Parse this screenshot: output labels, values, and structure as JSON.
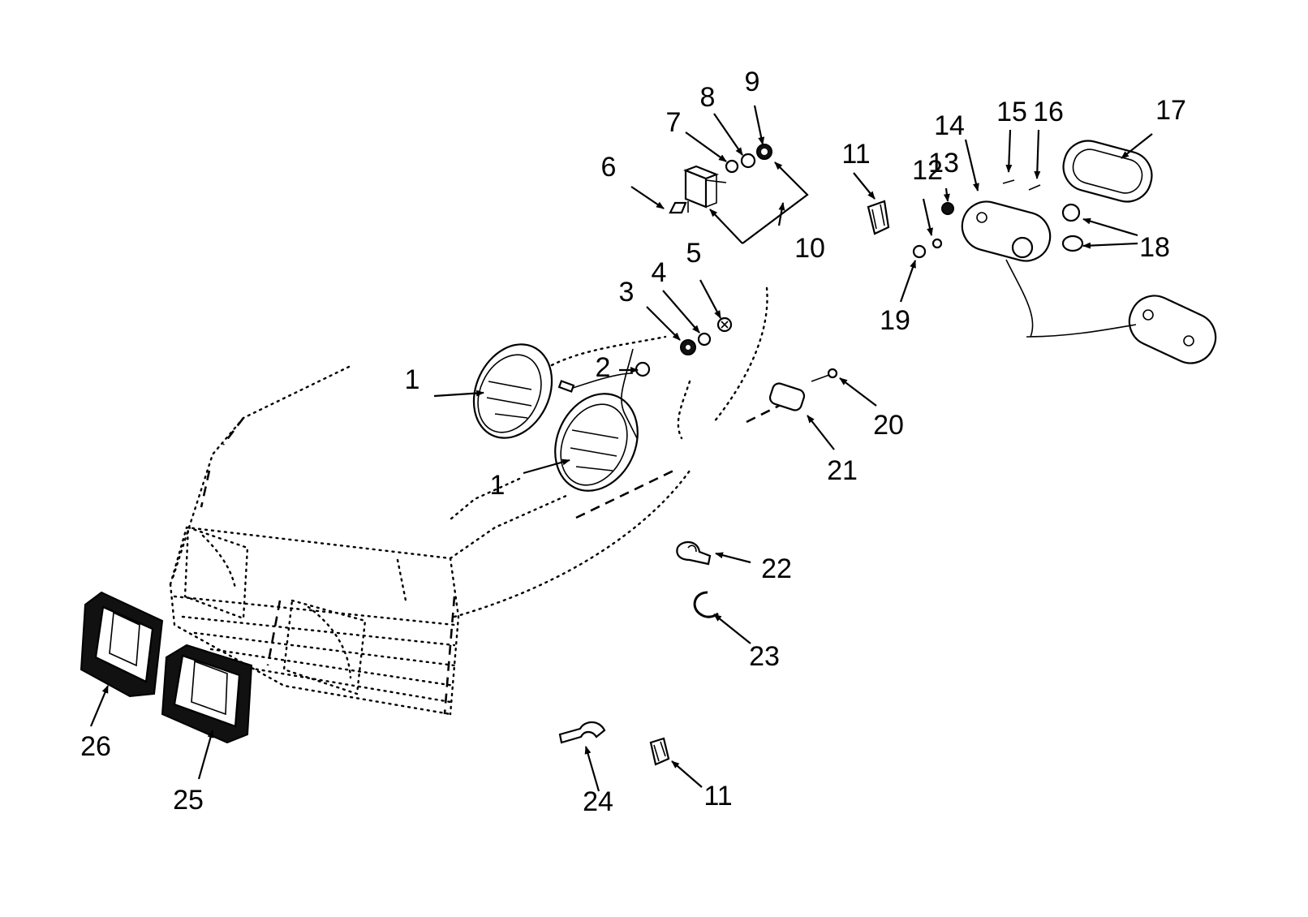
{
  "diagram": {
    "callouts": [
      {
        "id": "c1a",
        "text": "1"
      },
      {
        "id": "c1b",
        "text": "1"
      },
      {
        "id": "c2",
        "text": "2"
      },
      {
        "id": "c3",
        "text": "3"
      },
      {
        "id": "c4",
        "text": "4"
      },
      {
        "id": "c5",
        "text": "5"
      },
      {
        "id": "c6",
        "text": "6"
      },
      {
        "id": "c7",
        "text": "7"
      },
      {
        "id": "c8",
        "text": "8"
      },
      {
        "id": "c9",
        "text": "9"
      },
      {
        "id": "c10",
        "text": "10"
      },
      {
        "id": "c11a",
        "text": "11"
      },
      {
        "id": "c11b",
        "text": "11"
      },
      {
        "id": "c12",
        "text": "12"
      },
      {
        "id": "c13",
        "text": "13"
      },
      {
        "id": "c14",
        "text": "14"
      },
      {
        "id": "c15",
        "text": "15"
      },
      {
        "id": "c16",
        "text": "16"
      },
      {
        "id": "c17",
        "text": "17"
      },
      {
        "id": "c18",
        "text": "18"
      },
      {
        "id": "c19",
        "text": "19"
      },
      {
        "id": "c20",
        "text": "20"
      },
      {
        "id": "c21",
        "text": "21"
      },
      {
        "id": "c22",
        "text": "22"
      },
      {
        "id": "c23",
        "text": "23"
      },
      {
        "id": "c24",
        "text": "24"
      },
      {
        "id": "c25",
        "text": "25"
      },
      {
        "id": "c26",
        "text": "26"
      }
    ]
  }
}
